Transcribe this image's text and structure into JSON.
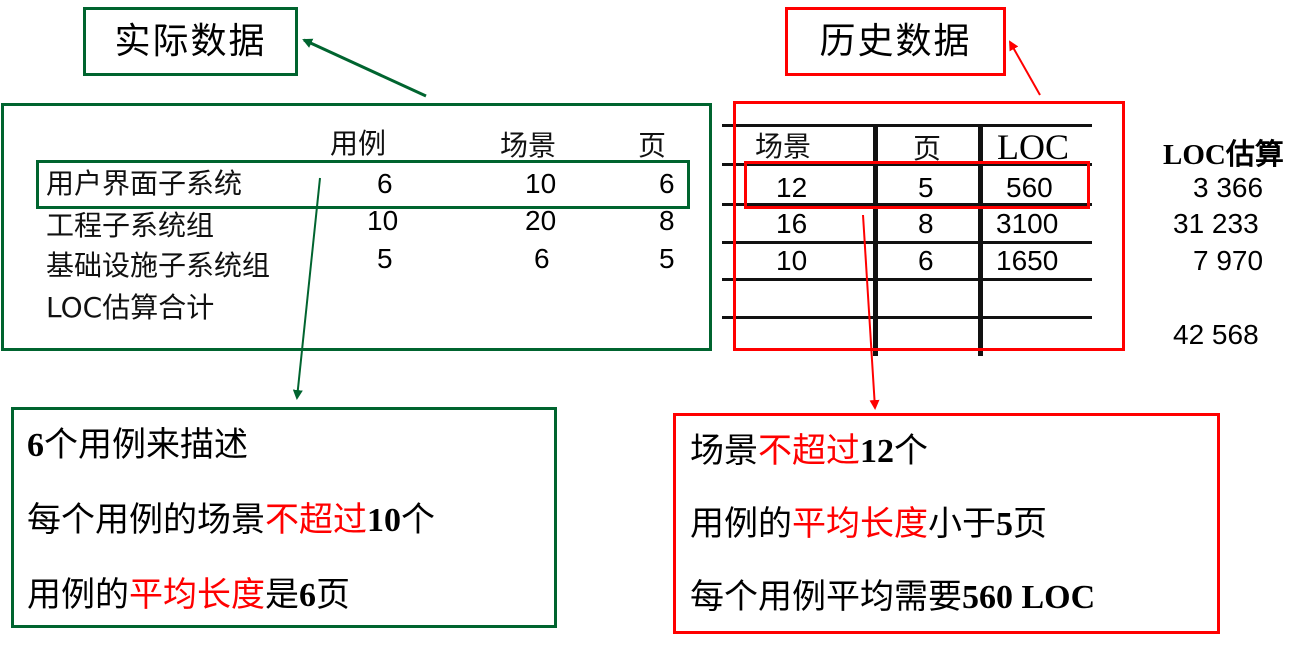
{
  "labels": {
    "actual_data": "实际数据",
    "historical_data": "历史数据"
  },
  "actual_table": {
    "headers": [
      "用例",
      "场景",
      "页"
    ],
    "rows": [
      {
        "name": "用户界面子系统",
        "use_cases": "6",
        "scenarios": "10",
        "pages": "6"
      },
      {
        "name": "工程子系统组",
        "use_cases": "10",
        "scenarios": "20",
        "pages": "8"
      },
      {
        "name": "基础设施子系统组",
        "use_cases": "5",
        "scenarios": "6",
        "pages": "5"
      },
      {
        "name": "LOC估算合计",
        "use_cases": "",
        "scenarios": "",
        "pages": ""
      }
    ]
  },
  "history_table": {
    "headers": [
      "场景",
      "页",
      "LOC"
    ],
    "rows": [
      {
        "scenarios": "12",
        "pages": "5",
        "loc": "560"
      },
      {
        "scenarios": "16",
        "pages": "8",
        "loc": "3100"
      },
      {
        "scenarios": "10",
        "pages": "6",
        "loc": "1650"
      }
    ]
  },
  "loc_estimate": {
    "header": "LOC估算",
    "values": [
      "3 366",
      "31 233",
      "7 970",
      "",
      "42 568"
    ]
  },
  "actual_notes": {
    "line1": {
      "num": "6",
      "rest": "个用例来描述"
    },
    "line2": {
      "pre": "每个用例的场景",
      "red": "不超过",
      "num": "10",
      "post": "个"
    },
    "line3": {
      "pre": "用例的",
      "red": "平均长度",
      "mid": "是",
      "num": "6",
      "post": "页"
    }
  },
  "history_notes": {
    "line1": {
      "pre": "场景",
      "red": "不超过",
      "num": "12",
      "post": "个"
    },
    "line2": {
      "pre": "用例的",
      "red": "平均长度",
      "mid": "小于",
      "num": "5",
      "post": "页"
    },
    "line3": {
      "pre": "每个用例平均需要",
      "num": "560 LOC"
    }
  },
  "colors": {
    "green": "#00642f",
    "red": "#ff0000"
  }
}
